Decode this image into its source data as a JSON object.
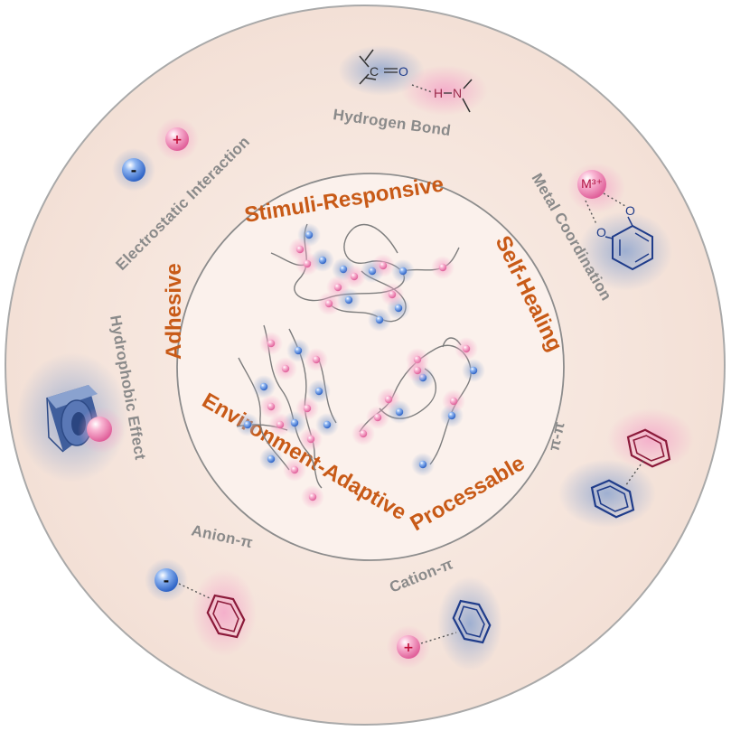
{
  "diagram": {
    "interactions": {
      "hydrogen_bond": "Hydrogen Bond",
      "metal_coordination": "Metal Coordination",
      "pi_pi": "π-π",
      "cation_pi": "Cation-π",
      "anion_pi": "Anion-π",
      "hydrophobic_effect": "Hydrophobic Effect",
      "electrostatic_interaction": "Electrostatic Interaction"
    },
    "properties": {
      "stimuli_responsive": "Stimuli-Responsive",
      "self_healing": "Self-Healing",
      "processable": "Processable",
      "environment_adaptive": "Environment-Adaptive",
      "adhesive": "Adhesive"
    },
    "chem": {
      "carbonyl_c": "C",
      "carbonyl_o": "O",
      "amine_h": "H",
      "amine_n": "N",
      "metal_ion": "M³⁺",
      "catechol_o1": "O",
      "catechol_o2": "O",
      "plus": "+",
      "minus": "-"
    },
    "colors": {
      "outer_disk": "#f6e7df",
      "inner_disk": "#fbf1ec",
      "outer_text": "#8a8a8a",
      "inner_text": "#c85a17",
      "cation": "#f07ab0",
      "anion": "#4a7fd8",
      "aromatic_red": "#8b1a3a",
      "aromatic_blue": "#1f3c8a"
    }
  }
}
